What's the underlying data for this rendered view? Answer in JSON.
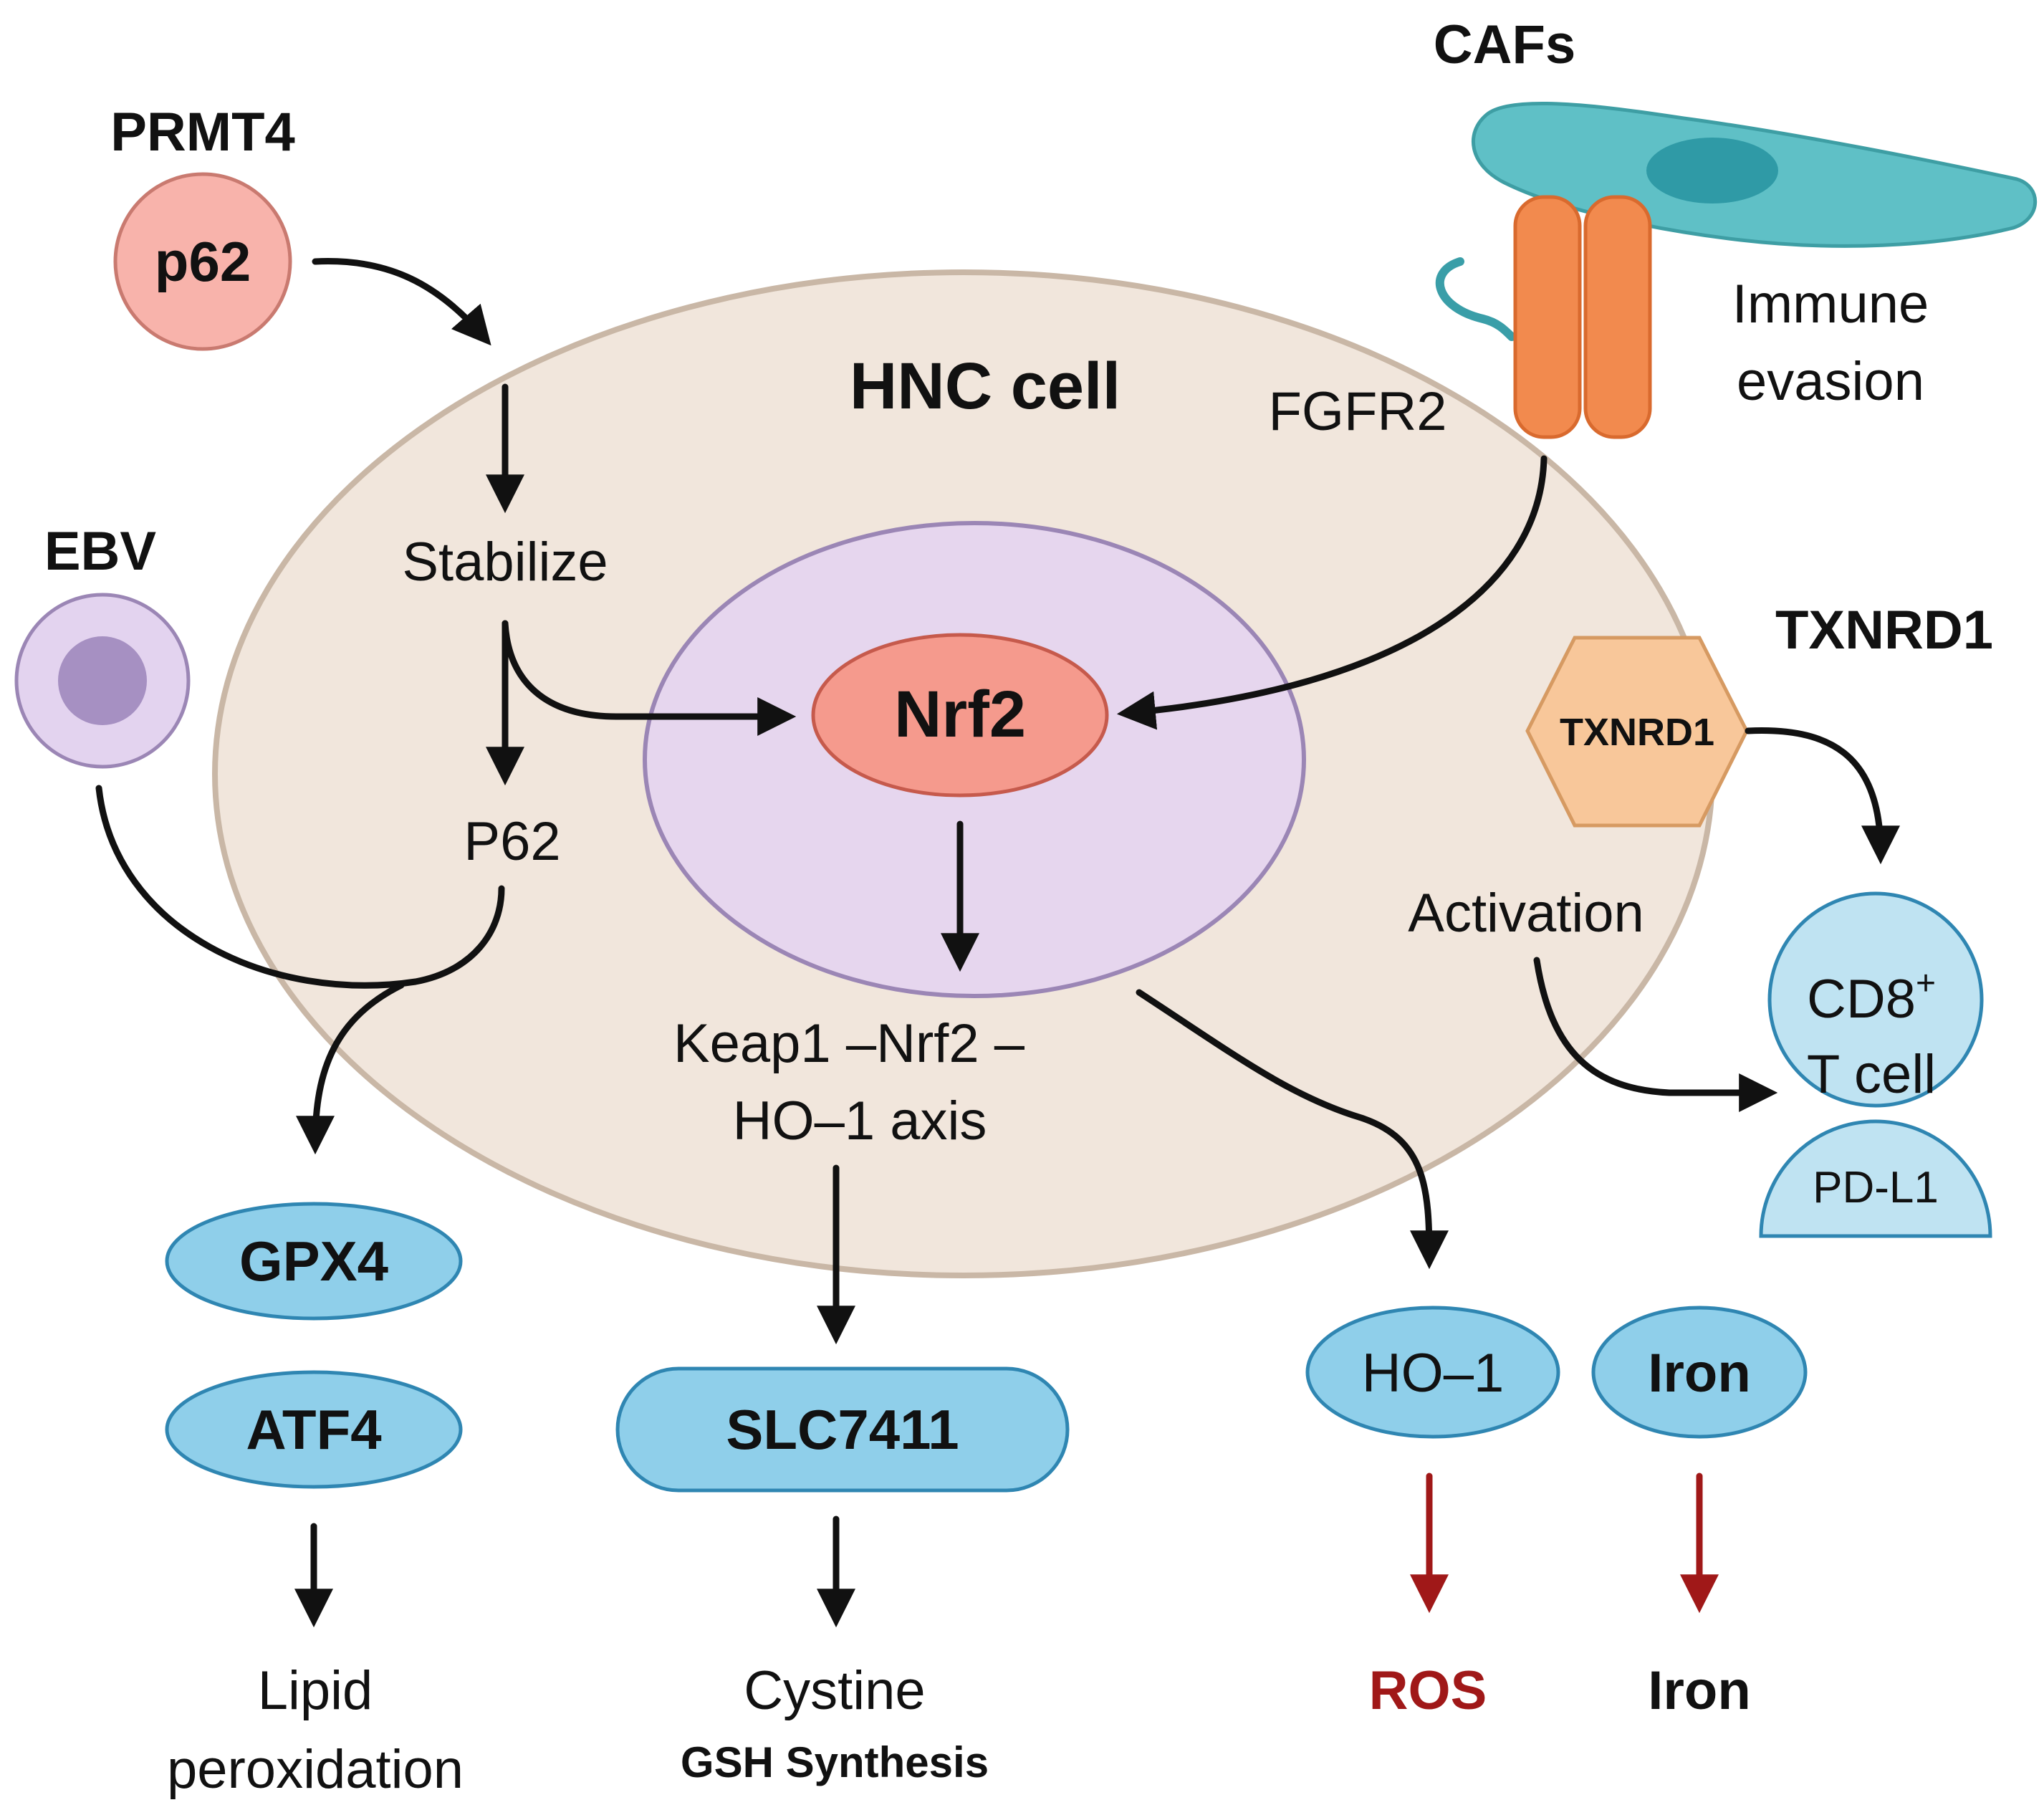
{
  "labels": {
    "prmt4": "PRMT4",
    "p62_node": "p62",
    "cafs": "CAFs",
    "immune_evasion_1": "Immune",
    "immune_evasion_2": "evasion",
    "hnc_cell": "HNC cell",
    "fgfr2": "FGFR2",
    "ebv": "EBV",
    "stabilize": "Stabilize",
    "nrf2": "Nrf2",
    "txnrd1_title": "TXNRD1",
    "txnrd1_node": "TXNRD1",
    "p62_inner": "P62",
    "activation": "Activation",
    "cd8_main": "CD8",
    "cd8_sup": "+",
    "t_cell": "T cell",
    "pdl1": "PD-L1",
    "axis_1": "Keap1 –Nrf2 –",
    "axis_2": "HO–1 axis",
    "gpx4": "GPX4",
    "atf4": "ATF4",
    "slc7411": "SLC7411",
    "ho1": "HO–1",
    "iron_node": "Iron",
    "lipid_1": "Lipid",
    "lipid_2": "peroxidation",
    "cystine": "Cystine",
    "gsh": "GSH Synthesis",
    "ros": "ROS",
    "iron_out": "Iron"
  },
  "colors": {
    "cell_fill": "#f1e6dc",
    "cell_stroke": "#c9b7a6",
    "nucleus_fill": "#e6d6ee",
    "nucleus_stroke": "#9b86b5",
    "nrf2_fill": "#f59a8d",
    "p62_fill": "#f8b3ab",
    "blue_node": "#8fcfea",
    "blue_stroke": "#2f86b2",
    "txnrd1_fill": "#f8c79a",
    "caf_fill": "#5fc0c6",
    "fgfr2_fill": "#f28a4e",
    "ros_red": "#a01818"
  }
}
